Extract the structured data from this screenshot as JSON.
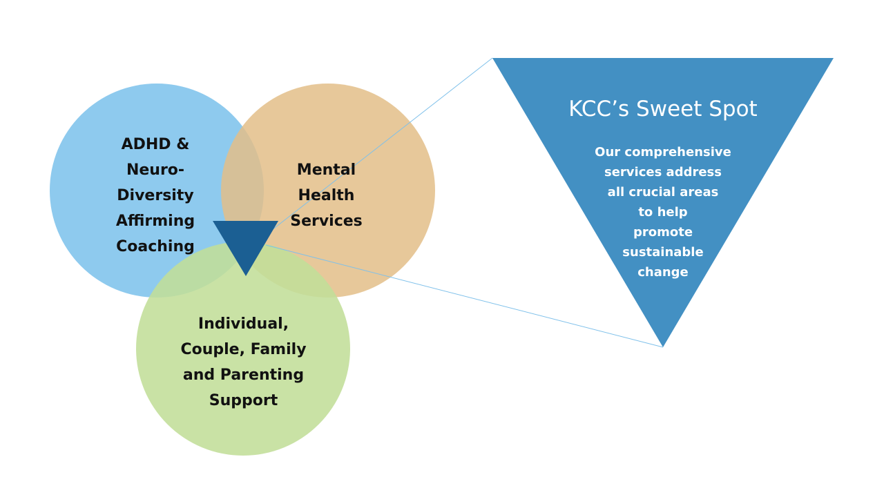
{
  "colors": {
    "coaching_circle": "#8ECAEE",
    "mental_health_circle": "#E3BE88",
    "support_circle": "#C2DE98",
    "sweet_spot_marker": "#1B5F93",
    "sweet_spot_triangle": "#4390C3",
    "connector_line": "#7EC0EA"
  },
  "circles": [
    {
      "id": "coaching",
      "lines": [
        "ADHD &",
        "Neuro-",
        "Diversity",
        "Affirming",
        "Coaching"
      ]
    },
    {
      "id": "mental-health",
      "lines": [
        "Mental",
        "Health",
        "Services"
      ]
    },
    {
      "id": "support",
      "lines": [
        "Individual,",
        "Couple, Family",
        "and Parenting",
        "Support"
      ]
    }
  ],
  "sweet_spot": {
    "title": "KCC’s Sweet Spot",
    "body_lines": [
      "Our comprehensive",
      "services address",
      "all crucial areas",
      "to help",
      "promote",
      "sustainable",
      "change"
    ]
  }
}
